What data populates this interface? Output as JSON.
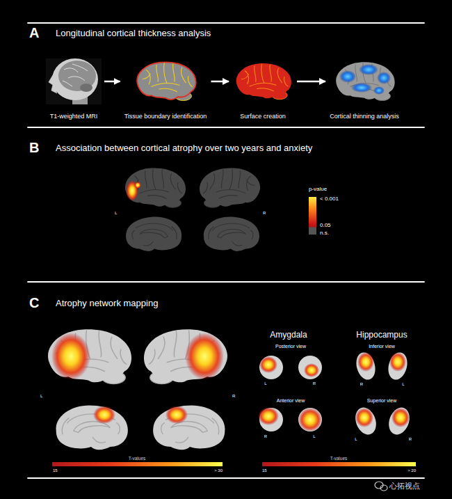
{
  "diagram": {
    "nodes": [
      {
        "text": [
          "T1-weighted MRI"
        ]
      },
      {
        "text": [
          "Tissue boundary identification"
        ]
      },
      {
        "text": [
          "Surface creation"
        ]
      },
      {
        "text": [
          "Cortical thinning analysis"
        ]
      }
    ],
    "edges": [
      {
        "from": 0,
        "to": 1,
        "arrow": "to"
      },
      {
        "from": 1,
        "to": 2,
        "arrow": "to"
      },
      {
        "from": 2,
        "to": 3,
        "arrow": "to"
      }
    ],
    "labels": [
      "A",
      "Longitudinal cortical thickness analysis",
      "B",
      "Association between cortical atrophy over two years and anxiety",
      "p-value",
      "< 0.001",
      "L",
      "R",
      "0.05",
      "n.s.",
      "C",
      "Atrophy network mapping",
      "Amygdala",
      "Hippocampus",
      "Posterior view",
      "Inferior view",
      "L",
      "R",
      "R",
      "L",
      "L",
      "R",
      "Anterior view",
      "Superior view",
      "R",
      "L",
      "L",
      "R",
      "T-values",
      "15",
      "> 30",
      "T-values",
      "15",
      "> 20",
      "心拓视点"
    ]
  }
}
